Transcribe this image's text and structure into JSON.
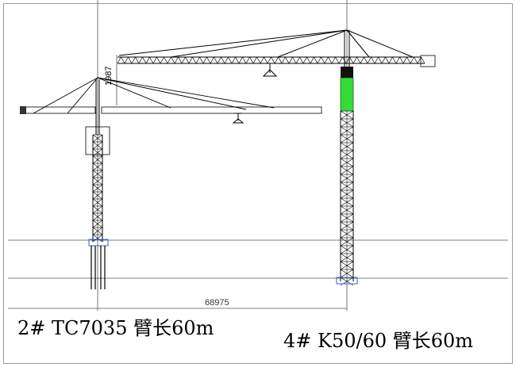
{
  "cranes": [
    {
      "label": "2# TC7035 臂长60m"
    },
    {
      "label": "4# K50/60 臂长60m"
    }
  ],
  "dimensions": {
    "spacing": "68975",
    "height_diff": "1987"
  },
  "colors": {
    "line": "#000000",
    "highlight_section": "#33dd33",
    "base": "#3366cc",
    "border": "#999999"
  }
}
